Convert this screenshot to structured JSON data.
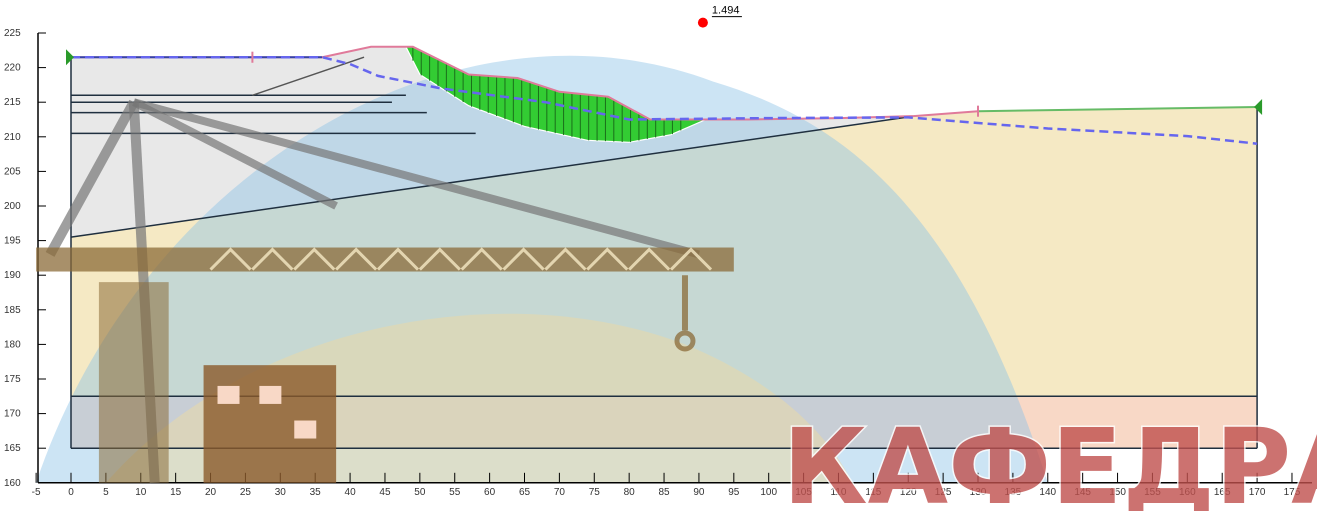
{
  "chart_data": {
    "type": "slope-stability-section",
    "factor_of_safety": "1.494",
    "critical_center": {
      "x": 91,
      "y": 226.5
    },
    "x_ticks": [
      -5,
      0,
      5,
      10,
      15,
      20,
      25,
      30,
      35,
      40,
      45,
      50,
      55,
      60,
      65,
      70,
      75,
      80,
      85,
      90,
      95,
      100,
      105,
      110,
      115,
      120,
      125,
      130,
      135,
      140,
      145,
      150,
      155,
      160,
      165,
      170,
      175
    ],
    "y_ticks": [
      160,
      165,
      170,
      175,
      180,
      185,
      190,
      195,
      200,
      205,
      210,
      215,
      220,
      225
    ],
    "xlim": [
      -5,
      175
    ],
    "ylim": [
      160,
      225
    ],
    "ground_surface": [
      [
        0,
        221.5
      ],
      [
        36,
        221.5
      ],
      [
        43,
        223
      ],
      [
        49,
        223
      ],
      [
        57,
        219
      ],
      [
        64,
        218.5
      ],
      [
        70,
        216.5
      ],
      [
        77,
        215.8
      ],
      [
        83,
        212.5
      ],
      [
        97,
        212.5
      ],
      [
        110,
        212.7
      ],
      [
        121,
        213
      ],
      [
        130,
        213.7
      ],
      [
        170,
        214.3
      ]
    ],
    "water_table": [
      [
        0,
        221.5
      ],
      [
        36,
        221.5
      ],
      [
        40,
        220.5
      ],
      [
        44,
        218.8
      ],
      [
        53,
        217
      ],
      [
        68,
        215
      ],
      [
        80,
        212.5
      ],
      [
        100,
        212.7
      ],
      [
        120,
        212.8
      ],
      [
        140,
        211.2
      ],
      [
        160,
        210.1
      ],
      [
        170,
        209
      ]
    ],
    "slip_surface_arc": [
      [
        48,
        223
      ],
      [
        50,
        219
      ],
      [
        57,
        214.5
      ],
      [
        65,
        211.5
      ],
      [
        74,
        209.5
      ],
      [
        80,
        209.2
      ],
      [
        86,
        210.3
      ],
      [
        91,
        212.5
      ]
    ],
    "layer_lines": [
      {
        "from": [
          0,
          216
        ],
        "to": [
          48,
          216
        ]
      },
      {
        "from": [
          0,
          215
        ],
        "to": [
          46,
          215
        ]
      },
      {
        "from": [
          0,
          213.5
        ],
        "to": [
          51,
          213.5
        ]
      },
      {
        "from": [
          0,
          210.5
        ],
        "to": [
          58,
          210.5
        ]
      },
      {
        "from": [
          0,
          195.5
        ],
        "to": [
          121,
          213
        ]
      },
      {
        "from": [
          0,
          172.5
        ],
        "to": [
          170,
          172.5
        ]
      },
      {
        "from": [
          0,
          165
        ],
        "to": [
          170,
          165
        ]
      }
    ],
    "colors": {
      "slide_mass": "#33cc33",
      "ground_line": "#e07a9a",
      "water_table": "#6666ee",
      "right_ground": "#66bb66",
      "fos_point": "#ff0000",
      "layer_upper": "#e8e8e8",
      "layer_middle": "#f5e9c4",
      "layer_lower": "#f8d8c6",
      "analysis_zone": "#8fc4e6",
      "watermark_text": "#c0504d",
      "watermark_crane": "#8b6b38"
    },
    "watermark": "КАФЕДРА"
  }
}
